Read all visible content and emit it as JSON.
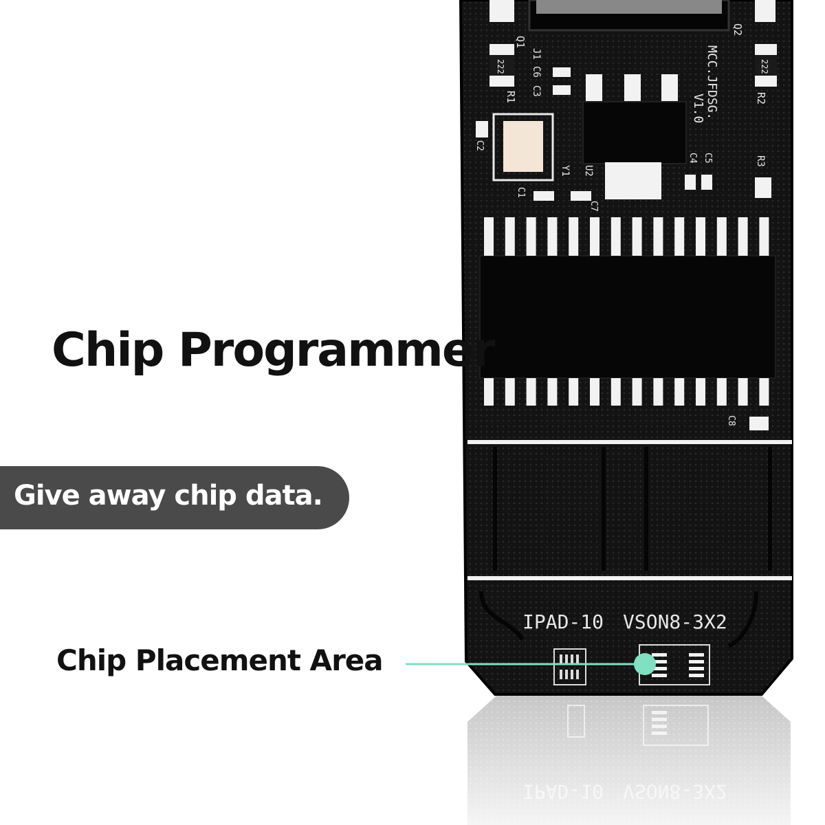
{
  "headline": "Chip Programmer",
  "badge_text": "Give away chip data.",
  "callout_label": "Chip Placement Area",
  "board": {
    "label_q1": "Q1",
    "label_q2": "Q2",
    "label_j1": "J1",
    "label_c6": "C6",
    "label_c3": "C3",
    "label_r1": "R1",
    "label_r2": "R2",
    "label_r3": "R3",
    "label_c2": "C2",
    "label_c1": "C1",
    "label_c7": "C7",
    "label_c8": "C8",
    "label_y1": "Y1",
    "label_u2": "U2",
    "label_c4": "C4",
    "label_c5": "C5",
    "resistor_code_left": "222",
    "resistor_code_right": "222",
    "board_name": "MCC.JFDSG.",
    "board_version": "V1.0",
    "socket_label_left": "IPAD-10",
    "socket_label_right": "VSON8-3X2"
  },
  "colors": {
    "pcb": "#111111",
    "pad": "#f2f2f2",
    "accent": "#7fe0c2",
    "badge": "#4a4a4a"
  }
}
